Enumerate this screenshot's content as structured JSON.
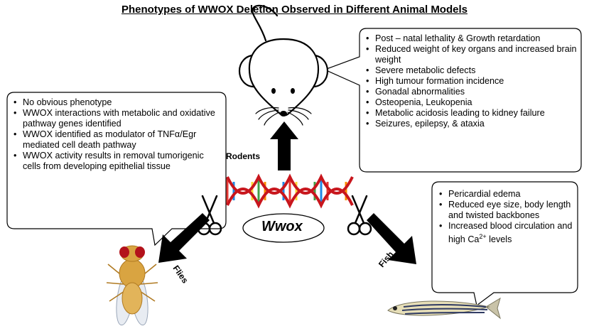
{
  "title": "Phenotypes of WWOX Deletion Observed in Different Animal Models",
  "gene_label": "Wwox",
  "models": {
    "rodents": {
      "label": "Rodents",
      "phenotypes": [
        "Post – natal lethality & Growth retardation",
        "Reduced weight of key organs and increased brain weight",
        "Severe metabolic defects",
        "High tumour formation incidence",
        "Gonadal abnormalities",
        "Osteopenia, Leukopenia",
        "Metabolic acidosis leading to kidney failure",
        "Seizures, epilepsy, & ataxia"
      ]
    },
    "flies": {
      "label": "Flies",
      "phenotypes": [
        "No obvious phenotype",
        "WWOX interactions with metabolic and oxidative pathway genes identified",
        "WWOX identified as modulator of TNFα/Egr mediated cell death pathway",
        "WWOX activity results in removal tumorigenic cells from developing epithelial tissue"
      ]
    },
    "fish": {
      "label": "Fish",
      "phenotypes": [
        "Pericardial edema",
        "Reduced eye size, body length and twisted backbones",
        "Increased blood circulation and high"
      ],
      "ca_text": "Ca",
      "ca_sup": "2+",
      "ca_tail": " levels"
    }
  },
  "colors": {
    "dna_strand_red": "#c8161d",
    "dna_rungs": [
      "#e53935",
      "#1e88e5",
      "#fdd835",
      "#43a047",
      "#fb8c00"
    ],
    "arrow": "#000000",
    "fly_body": "#d9a441",
    "fish_stripes": "#2f3a62"
  }
}
